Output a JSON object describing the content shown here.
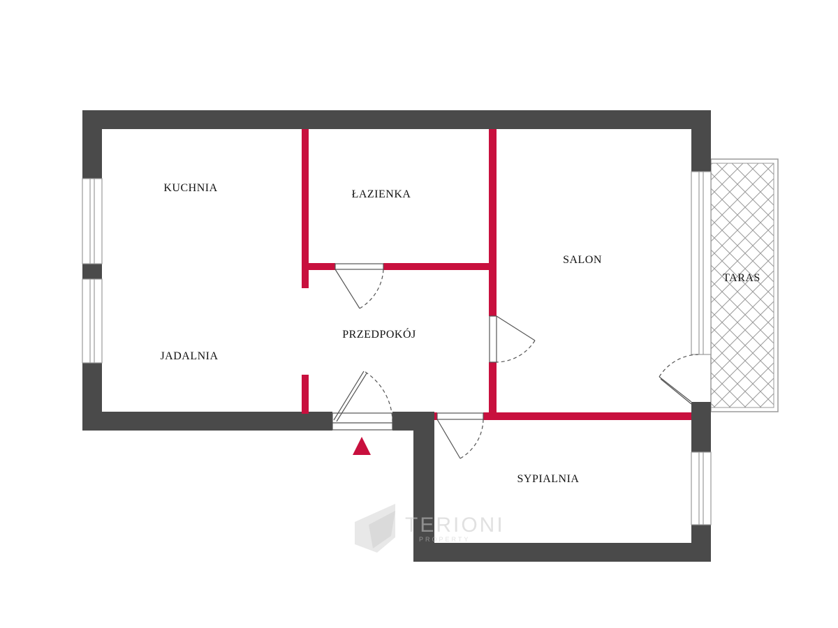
{
  "rooms": {
    "kuchnia": "KUCHNIA",
    "lazienka": "ŁAZIENKA",
    "salon": "SALON",
    "taras": "TARAS",
    "przedpokoj": "PRZEDPOKÓJ",
    "jadalnia": "JADALNIA",
    "sypialnia": "SYPIALNIA"
  },
  "watermark": {
    "name": "TERIONI",
    "sub": "PROPERTY"
  },
  "colors": {
    "exterior_wall": "#4a4a4a",
    "interior_wall": "#c8103e",
    "entrance_marker": "#c8103e",
    "window": "#bdbdbd",
    "door_swing": "#555555",
    "terrace_hatch": "#9a9a9a"
  }
}
